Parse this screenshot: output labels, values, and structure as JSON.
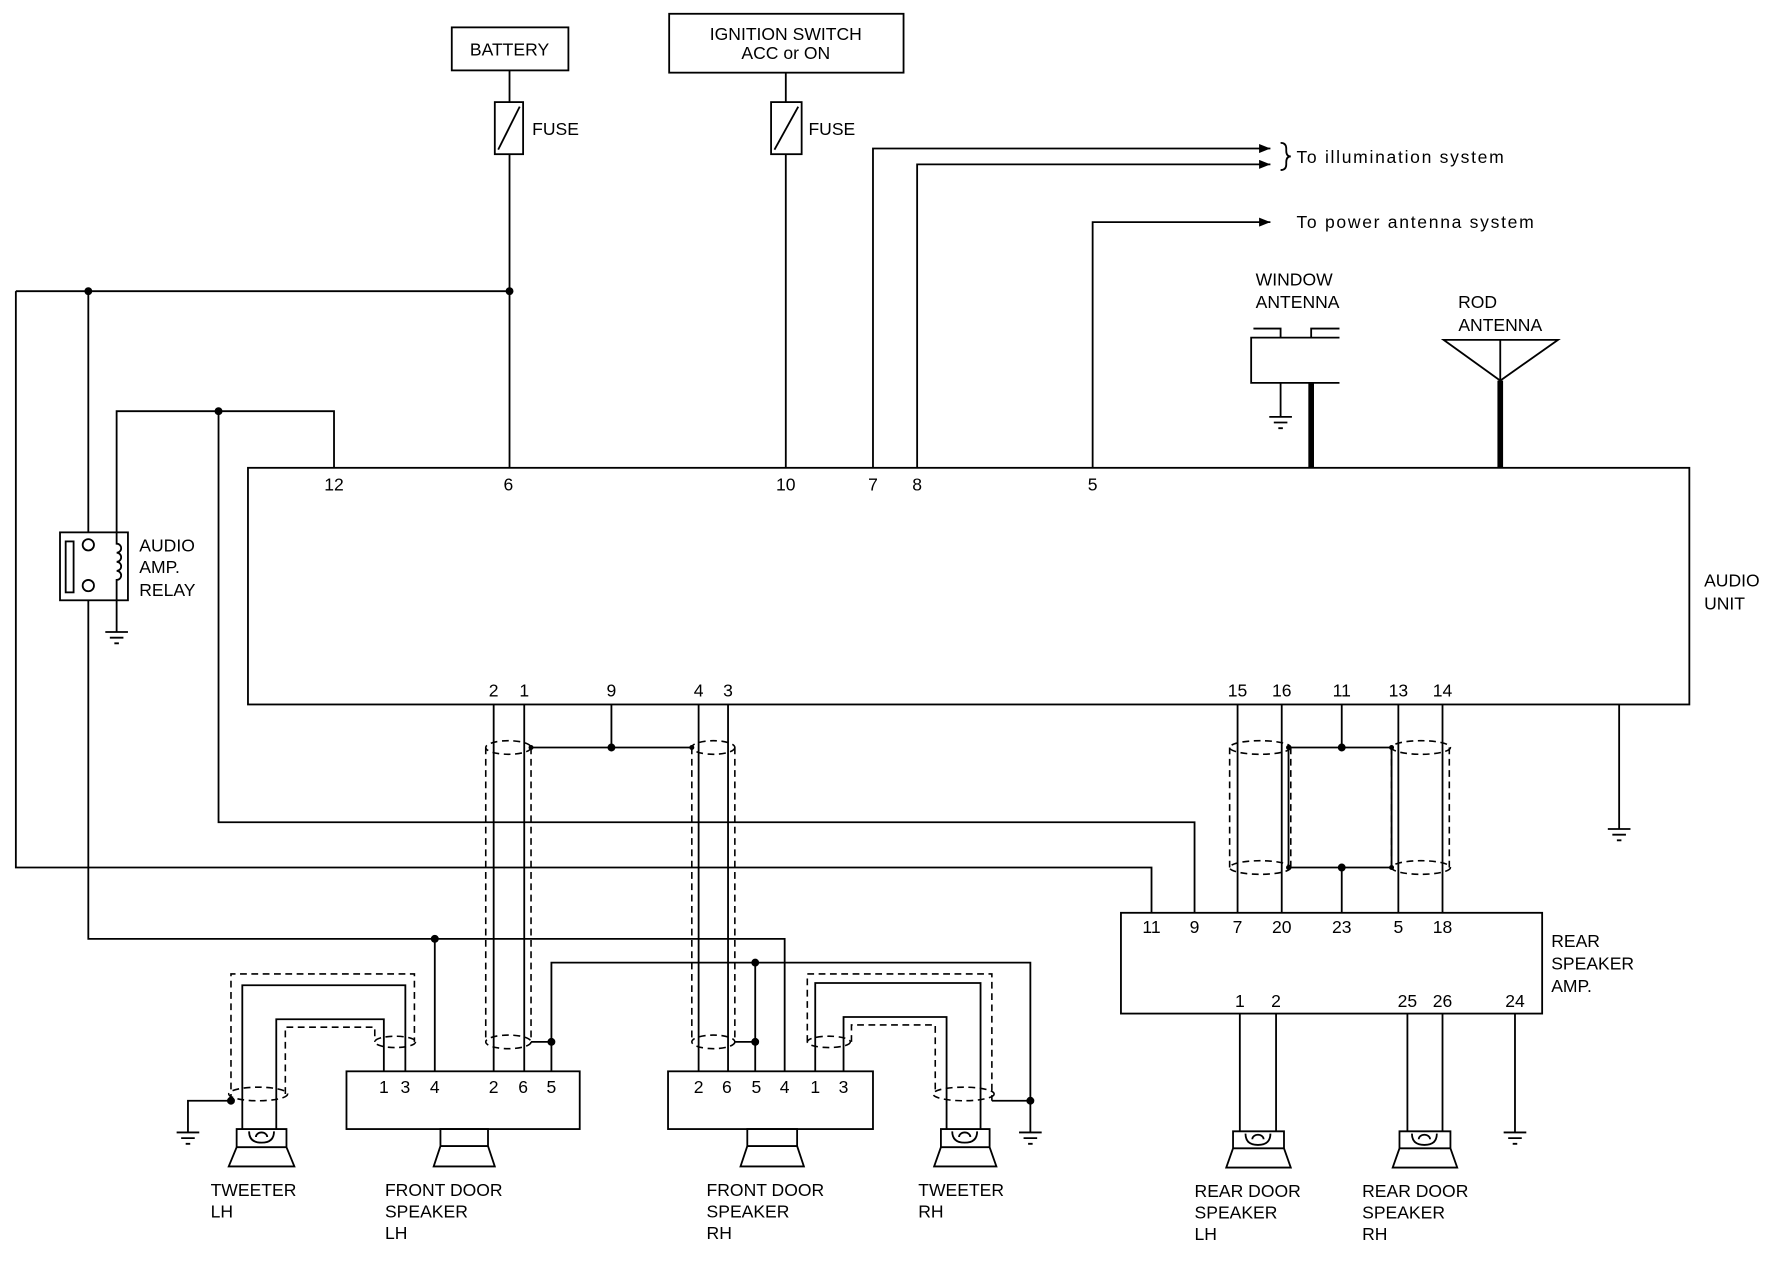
{
  "power": {
    "battery": "BATTERY",
    "ignition_line1": "IGNITION SWITCH",
    "ignition_line2": "ACC or ON",
    "fuse_battery": "FUSE",
    "fuse_ignition": "FUSE"
  },
  "outputs": {
    "illumination": "To illumination system",
    "power_antenna": "To power antenna system"
  },
  "antennas": {
    "window": [
      "WINDOW",
      "ANTENNA"
    ],
    "rod": [
      "ROD",
      "ANTENNA"
    ]
  },
  "relay": {
    "label": [
      "AUDIO",
      "AMP.",
      "RELAY"
    ]
  },
  "audio_unit": {
    "label": [
      "AUDIO",
      "UNIT"
    ],
    "top_pins": [
      "12",
      "6",
      "10",
      "7",
      "8",
      "5"
    ],
    "bottom_pins": [
      "2",
      "1",
      "9",
      "4",
      "3",
      "15",
      "16",
      "11",
      "13",
      "14"
    ]
  },
  "rear_amp": {
    "label": [
      "REAR",
      "SPEAKER",
      "AMP."
    ],
    "top_pins": [
      "11",
      "9",
      "7",
      "20",
      "23",
      "5",
      "18"
    ],
    "bottom_pins": [
      "1",
      "2",
      "25",
      "26",
      "24"
    ]
  },
  "front_speaker_lh": {
    "pins": [
      "1",
      "3",
      "4",
      "2",
      "6",
      "5"
    ],
    "label": [
      "FRONT DOOR",
      "SPEAKER",
      "LH"
    ]
  },
  "front_speaker_rh": {
    "pins": [
      "2",
      "6",
      "5",
      "4",
      "1",
      "3"
    ],
    "label": [
      "FRONT DOOR",
      "SPEAKER",
      "RH"
    ]
  },
  "tweeter_lh": {
    "label": [
      "TWEETER",
      "LH"
    ]
  },
  "tweeter_rh": {
    "label": [
      "TWEETER",
      "RH"
    ]
  },
  "rear_speaker_lh": {
    "label": [
      "REAR DOOR",
      "SPEAKER",
      "LH"
    ]
  },
  "rear_speaker_rh": {
    "label": [
      "REAR DOOR",
      "SPEAKER",
      "RH"
    ]
  }
}
